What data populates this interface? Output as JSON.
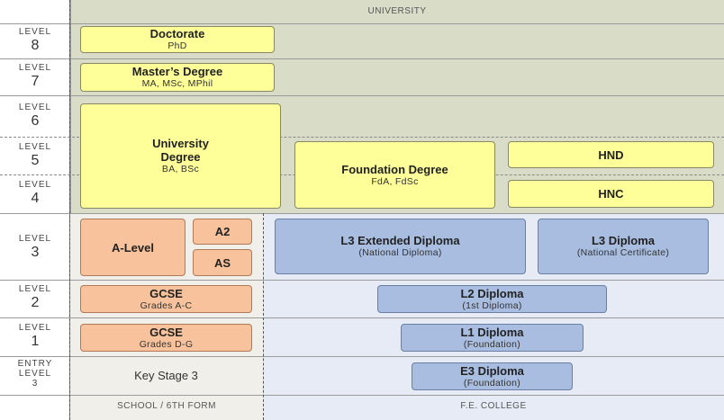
{
  "headers": {
    "university": "UNIVERSITY",
    "school": "SCHOOL / 6TH FORM",
    "college": "F.E. COLLEGE"
  },
  "levels": {
    "l8": {
      "word": "LEVEL",
      "num": "8"
    },
    "l7": {
      "word": "LEVEL",
      "num": "7"
    },
    "l6": {
      "word": "LEVEL",
      "num": "6"
    },
    "l5": {
      "word": "LEVEL",
      "num": "5"
    },
    "l4": {
      "word": "LEVEL",
      "num": "4"
    },
    "l3": {
      "word": "LEVEL",
      "num": "3"
    },
    "l2": {
      "word": "LEVEL",
      "num": "2"
    },
    "l1": {
      "word": "LEVEL",
      "num": "1"
    },
    "entry": {
      "w1": "ENTRY",
      "w2": "LEVEL",
      "num": "3"
    }
  },
  "university": {
    "doctorate": {
      "title": "Doctorate",
      "sub": "PhD"
    },
    "masters": {
      "title": "Master’s Degree",
      "sub": "MA, MSc, MPhil"
    },
    "degree": {
      "title1": "University",
      "title2": "Degree",
      "sub": "BA, BSc"
    },
    "foundation": {
      "title": "Foundation Degree",
      "sub": "FdA, FdSc"
    },
    "hnd": {
      "title": "HND"
    },
    "hnc": {
      "title": "HNC"
    }
  },
  "school": {
    "alevel": {
      "title": "A-Level"
    },
    "a2": {
      "title": "A2"
    },
    "as": {
      "title": "AS"
    },
    "gcse_ac": {
      "title": "GCSE",
      "sub": "Grades A-C"
    },
    "gcse_dg": {
      "title": "GCSE",
      "sub": "Grades D-G"
    },
    "ks3": {
      "title": "Key Stage 3"
    }
  },
  "college": {
    "l3ext": {
      "title": "L3 Extended Diploma",
      "sub": "(National Diploma)"
    },
    "l3dip": {
      "title": "L3 Diploma",
      "sub": "(National Certificate)"
    },
    "l2dip": {
      "title": "L2 Diploma",
      "sub": "(1st Diploma)"
    },
    "l1dip": {
      "title": "L1 Diploma",
      "sub": "(Foundation)"
    },
    "e3dip": {
      "title": "E3 Diploma",
      "sub": "(Foundation)"
    }
  }
}
